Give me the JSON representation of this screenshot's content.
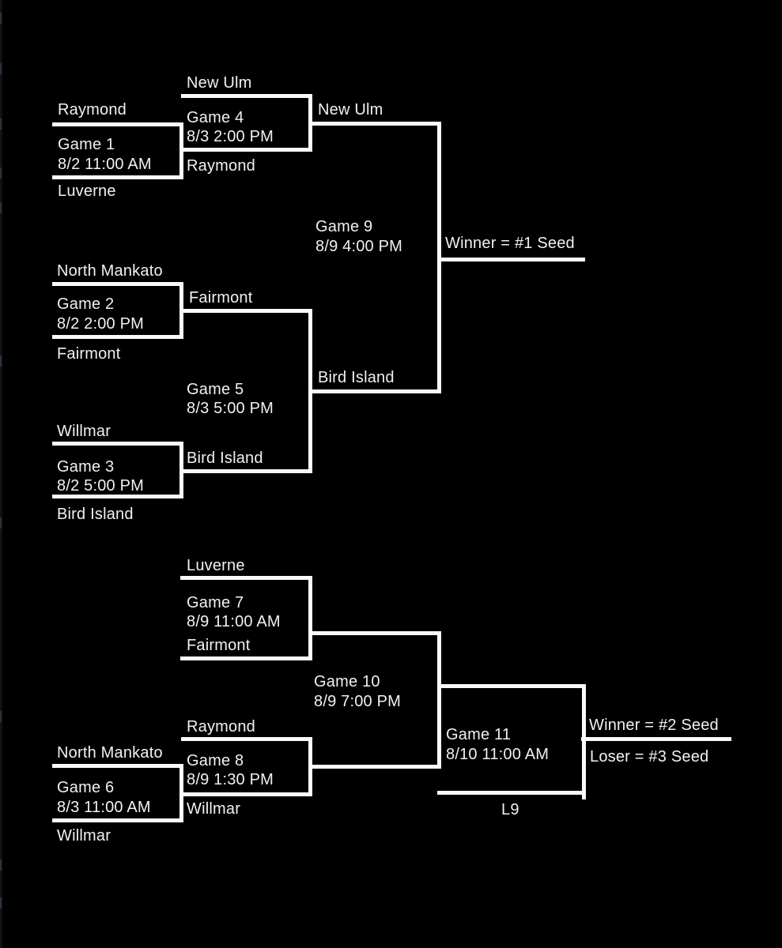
{
  "colors": {
    "background": "#000000",
    "bracket_lines": "#fafafa",
    "text": "#f1f1f1"
  },
  "games": {
    "g1": {
      "name": "Game 1",
      "time": "8/2 11:00 AM",
      "top": "Raymond",
      "bottom": "Luverne"
    },
    "g2": {
      "name": "Game 2",
      "time": "8/2 2:00 PM",
      "top": "North Mankato",
      "bottom": "Fairmont"
    },
    "g3": {
      "name": "Game 3",
      "time": "8/2 5:00 PM",
      "top": "Willmar",
      "bottom": "Bird Island"
    },
    "g4": {
      "name": "Game 4",
      "time": "8/3 2:00 PM",
      "top": "New Ulm",
      "bottom": "Raymond"
    },
    "g5": {
      "name": "Game 5",
      "time": "8/3 5:00 PM",
      "top": "Fairmont",
      "bottom": "Bird Island"
    },
    "g6": {
      "name": "Game 6",
      "time": "8/3 11:00 AM",
      "top": "North Mankato",
      "bottom": "Willmar"
    },
    "g7": {
      "name": "Game 7",
      "time": "8/9 11:00 AM",
      "top": "Luverne",
      "bottom": "Fairmont"
    },
    "g8": {
      "name": "Game 8",
      "time": "8/9 1:30 PM",
      "top": "Raymond",
      "bottom": "Willmar"
    },
    "g9": {
      "name": "Game 9",
      "time": "8/9 4:00 PM",
      "top": "New Ulm",
      "bottom": "Bird Island"
    },
    "g10": {
      "name": "Game 10",
      "time": "8/9 7:00 PM"
    },
    "g11": {
      "name": "Game 11",
      "time": "8/10 11:00 AM",
      "bottom": "L9"
    }
  },
  "results": {
    "seed1": "Winner = #1 Seed",
    "seed2": "Winner = #2 Seed",
    "seed3": "Loser = #3 Seed"
  }
}
